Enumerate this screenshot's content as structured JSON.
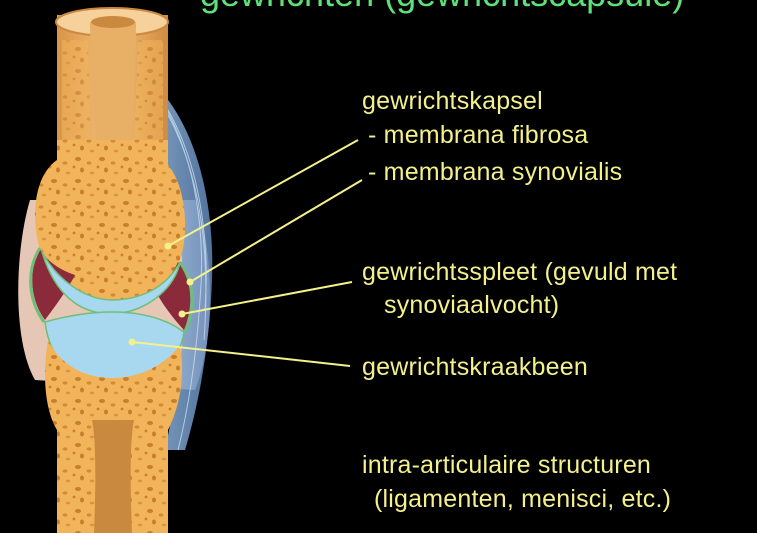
{
  "title_fragment": "gewrichten (gewrichtscapsule)",
  "colors": {
    "background": "#000000",
    "label_text": "#f4f08c",
    "title_text": "#5ee07a",
    "leader_line": "#f4f08c",
    "bone": "#f2b45a",
    "cartilage": "#a8d8f0",
    "synovial_fluid": "#8a2a3a",
    "capsule": "#e6c7b5"
  },
  "labels": {
    "capsule": "gewrichtskapsel",
    "fibrosa": "- membrana fibrosa",
    "synovialis": "- membrana synovialis",
    "joint_space_line1": "gewrichtsspleet (gevuld met",
    "joint_space_line2": "synoviaalvocht)",
    "cartilage": "gewrichtskraakbeen",
    "intra_line1": "intra-articulaire structuren",
    "intra_line2": "(ligamenten, menisci, etc.)"
  }
}
